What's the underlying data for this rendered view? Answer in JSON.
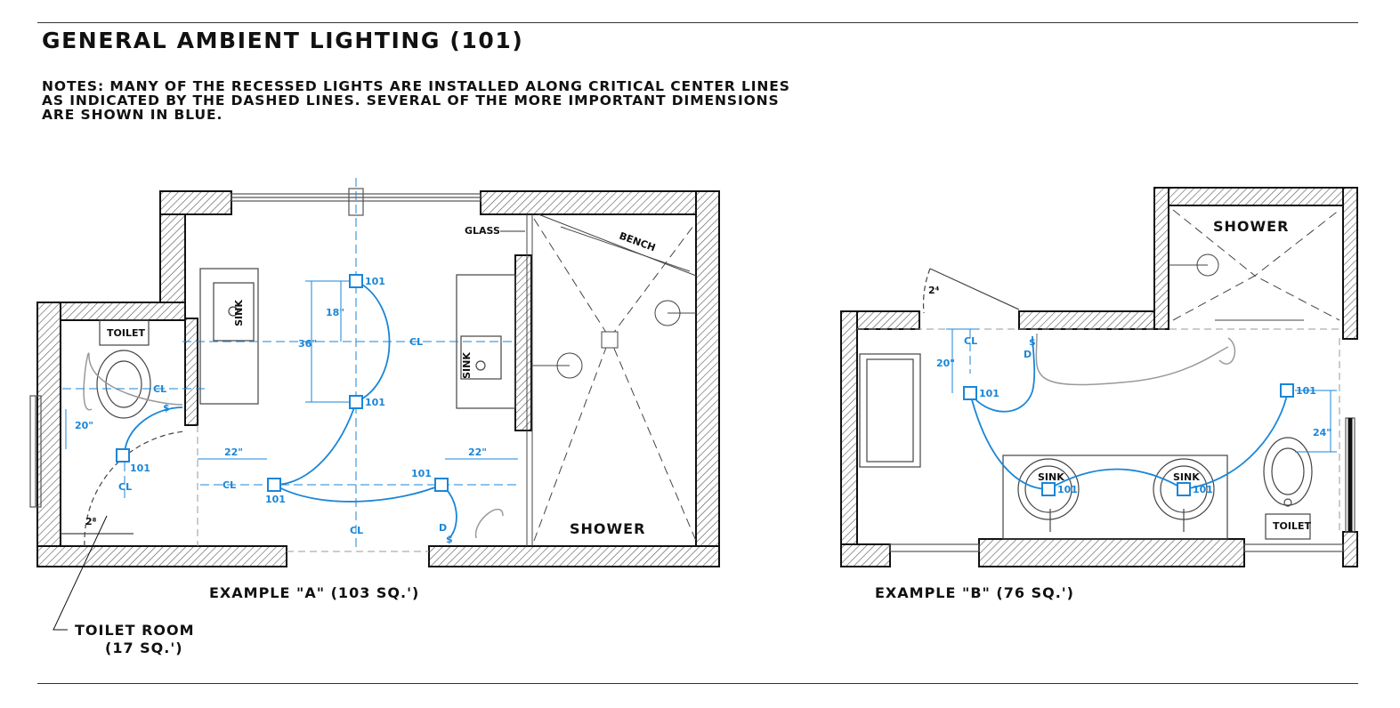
{
  "title": "General Ambient Lighting (101)",
  "notes": "Notes: Many of the recessed lights are installed along critical center lines as indicated by the dashed lines. Several of the more important dimensions are shown in blue.",
  "plan_a": {
    "caption": "EXAMPLE \"A\" (103 SQ.')",
    "labels": {
      "toilet": "TOILET",
      "shower": "SHOWER",
      "bench": "BENCH",
      "glass": "GLASS",
      "sink_1": "SINK",
      "sink_2": "SINK",
      "door_toilet": "2⁸"
    },
    "light_tag": "101",
    "centerline": "CL",
    "dimensions": [
      "18\"",
      "36\"",
      "22\"",
      "22\"",
      "20\""
    ],
    "switch_labels": [
      "D",
      "$",
      "$"
    ]
  },
  "toilet_room": {
    "line1": "TOILET ROOM",
    "line2": "(17 SQ.')"
  },
  "plan_b": {
    "caption": "EXAMPLE \"B\" (76 SQ.')",
    "labels": {
      "shower": "SHOWER",
      "sink_1": "SINK",
      "sink_2": "SINK",
      "toilet": "TOILET",
      "door": "2⁴"
    },
    "light_tag": "101",
    "centerline": "CL",
    "dimensions": [
      "20\"",
      "24\""
    ],
    "switch_labels": [
      "D",
      "$"
    ]
  },
  "colors": {
    "lighting": "#1a86d8",
    "walls": "#111111",
    "fixtures": "#888888"
  }
}
